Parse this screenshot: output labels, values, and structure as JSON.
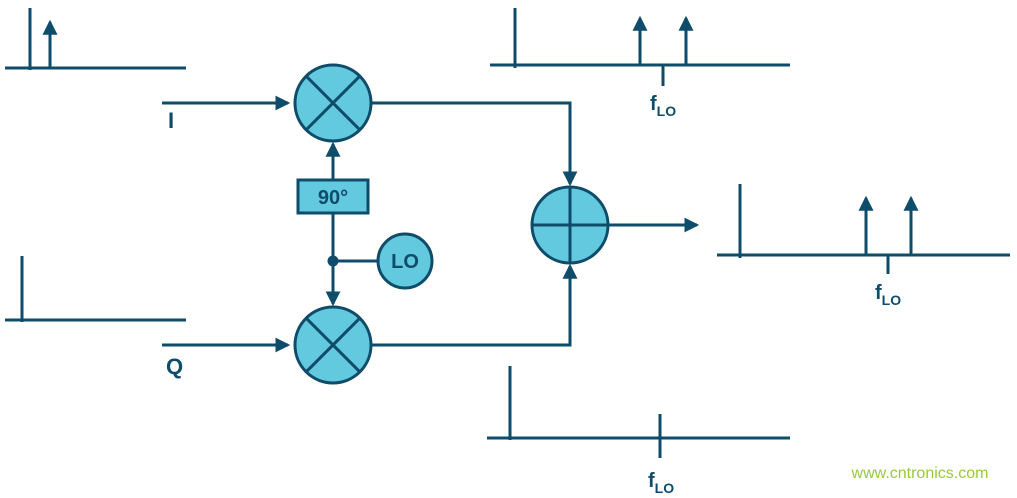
{
  "colors": {
    "line": "#0f4c6a",
    "node_fill": "#63c9de",
    "watermark": "#97c93d",
    "background": "#ffffff"
  },
  "labels": {
    "input_i": "I",
    "input_q": "Q",
    "phase_shift": "90°",
    "lo": "LO",
    "f_base": "f",
    "f_sub": "LO"
  },
  "watermark": {
    "text": "www.cntronics.com"
  },
  "diagram": {
    "type": "block-diagram",
    "description": "I/Q quadrature upconversion modulator: I input mixer driven through 90° phase shifter, Q input mixer driven directly by LO, both mixer outputs summed into a single output",
    "blocks": [
      {
        "id": "mixer-i",
        "kind": "mixer",
        "symbol": "multiply"
      },
      {
        "id": "phase-shifter",
        "kind": "phase-shift",
        "label": "90°"
      },
      {
        "id": "lo",
        "kind": "local-oscillator",
        "label": "LO"
      },
      {
        "id": "mixer-q",
        "kind": "mixer",
        "symbol": "multiply"
      },
      {
        "id": "summer",
        "kind": "adder",
        "symbol": "plus"
      }
    ],
    "spectra": [
      {
        "id": "input-i",
        "impulses": 1,
        "freq_label": ""
      },
      {
        "id": "input-q",
        "impulses": 0,
        "freq_label": ""
      },
      {
        "id": "mixer-i-output",
        "impulses": 2,
        "freq_label": "f_LO"
      },
      {
        "id": "mixer-q-output",
        "impulses": 0,
        "freq_label": "f_LO"
      },
      {
        "id": "summed-output",
        "impulses": 2,
        "freq_label": "f_LO"
      }
    ]
  }
}
